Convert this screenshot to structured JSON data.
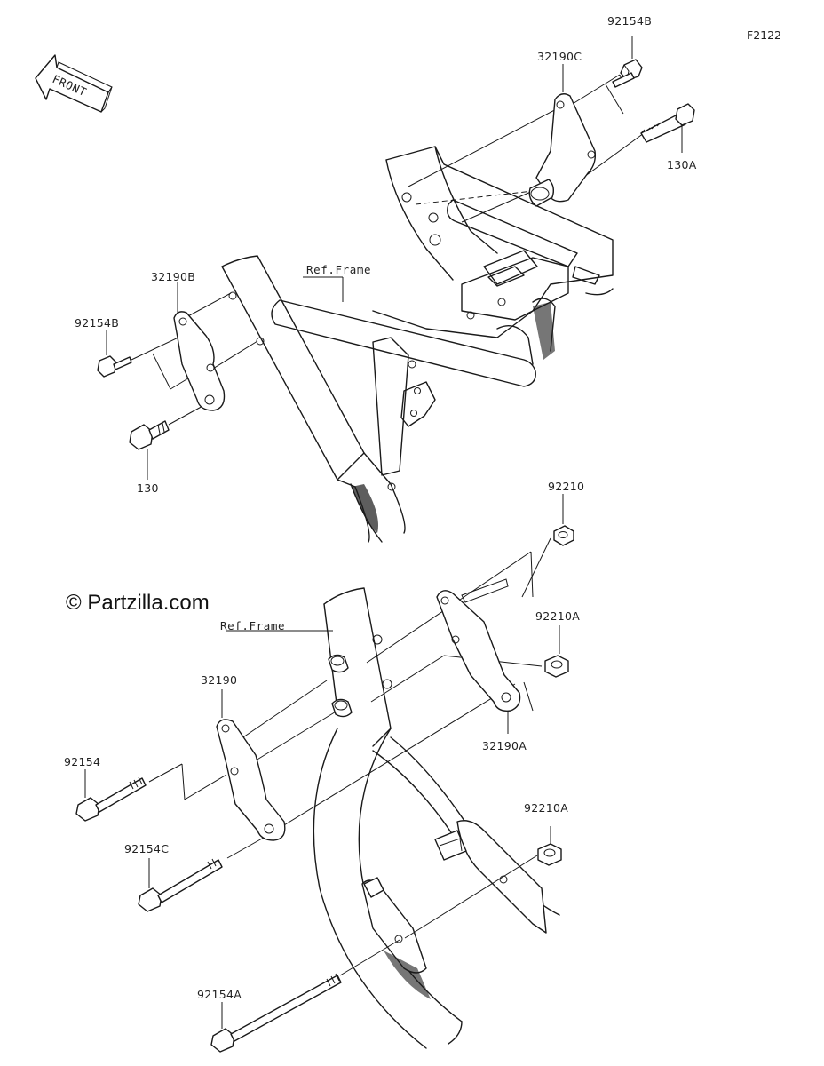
{
  "figure_code": "F2122",
  "front_arrow_text": "FRONT",
  "watermark": "© Partzilla.com",
  "labels": {
    "p92154B_top": "92154B",
    "p32190C": "32190C",
    "p130A": "130A",
    "ref_frame_top": "Ref.Frame",
    "p32190B": "32190B",
    "p92154B_left": "92154B",
    "p130": "130",
    "p92210": "92210",
    "ref_frame_bottom": "Ref.Frame",
    "p92210A_upper": "92210A",
    "p32190": "32190",
    "p32190A": "32190A",
    "p92154": "92154",
    "p92154C": "92154C",
    "p92210A_lower": "92210A",
    "p92154A": "92154A"
  }
}
